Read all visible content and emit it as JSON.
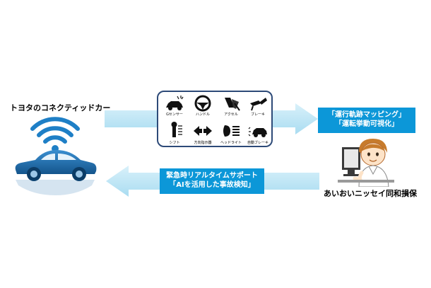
{
  "left": {
    "title": "トヨタのコネクティッドカー"
  },
  "sensors": [
    {
      "icon": "g-sensor-icon",
      "label": "Gセンサー"
    },
    {
      "icon": "steering-wheel-icon",
      "label": "ハンドル"
    },
    {
      "icon": "accelerator-pedal-icon",
      "label": "アクセル"
    },
    {
      "icon": "brake-pedal-icon",
      "label": "ブレーキ"
    },
    {
      "icon": "shift-lever-icon",
      "label": "シフト"
    },
    {
      "icon": "turn-signal-icon",
      "label": "方向指示器"
    },
    {
      "icon": "headlight-icon",
      "label": "ヘッドライト"
    },
    {
      "icon": "auto-brake-icon",
      "label": "自動ブレーキ"
    }
  ],
  "right_box": {
    "line1": "「運行軌跡マッピング」",
    "line2": "「運転挙動可視化」"
  },
  "left_box": {
    "line1": "緊急時リアルタイムサポート",
    "line2": "「AIを活用した事故検知」"
  },
  "right": {
    "caption": "あいおいニッセイ同和損保"
  },
  "colors": {
    "car": "#1f6fae",
    "arrow": "#bfe7f6",
    "box": "#0c97d8",
    "panel_border": "#2d4a78",
    "wifi": "#1e7fc6"
  }
}
